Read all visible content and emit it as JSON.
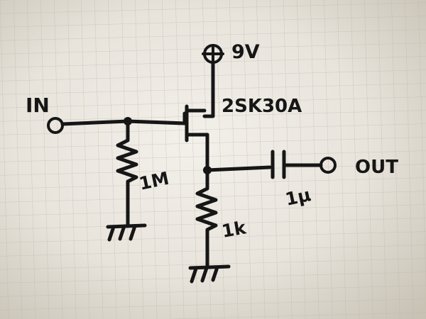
{
  "schematic": {
    "supply_label": "9V",
    "input_label": "IN",
    "transistor_label": "2SK30A",
    "output_label": "OUT",
    "gate_resistor_label": "1M",
    "source_resistor_label": "1k",
    "coupling_capacitor_label": "1μ"
  },
  "colors": {
    "paper_light": "#f1eee8",
    "paper_dark": "#c9c3b6",
    "grid": "#b9b3a8",
    "ink": "#161616"
  }
}
